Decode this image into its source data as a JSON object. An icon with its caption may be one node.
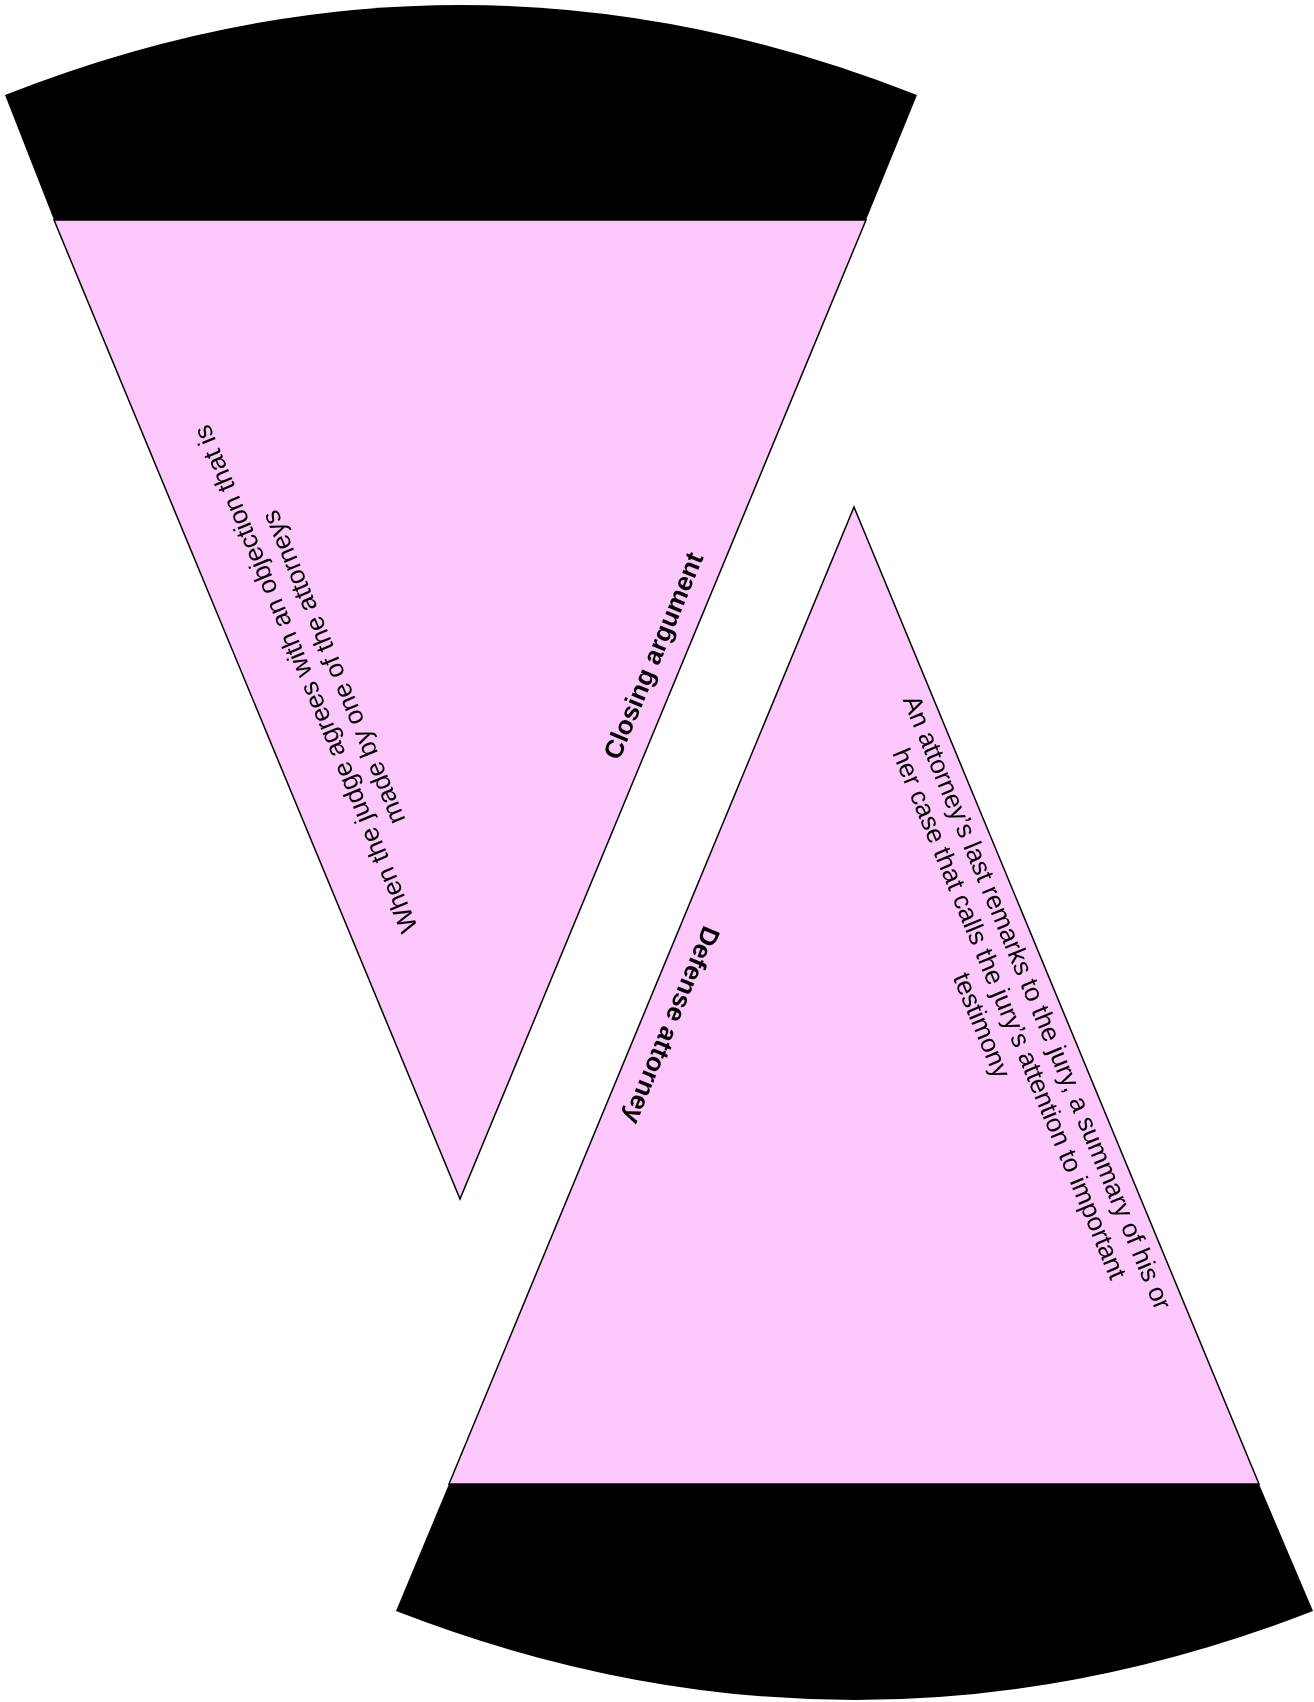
{
  "diagram": {
    "nodes": [
      {
        "text": [
          "When the judge agrees with an objection that is made by one of the attorneys",
          "Closing argument"
        ]
      },
      {
        "text": [
          "Defense attorney",
          "An attorney’s last remarks to the jury, a summary of his or her case that calls the jury’s attention to important testimony"
        ]
      }
    ]
  }
}
